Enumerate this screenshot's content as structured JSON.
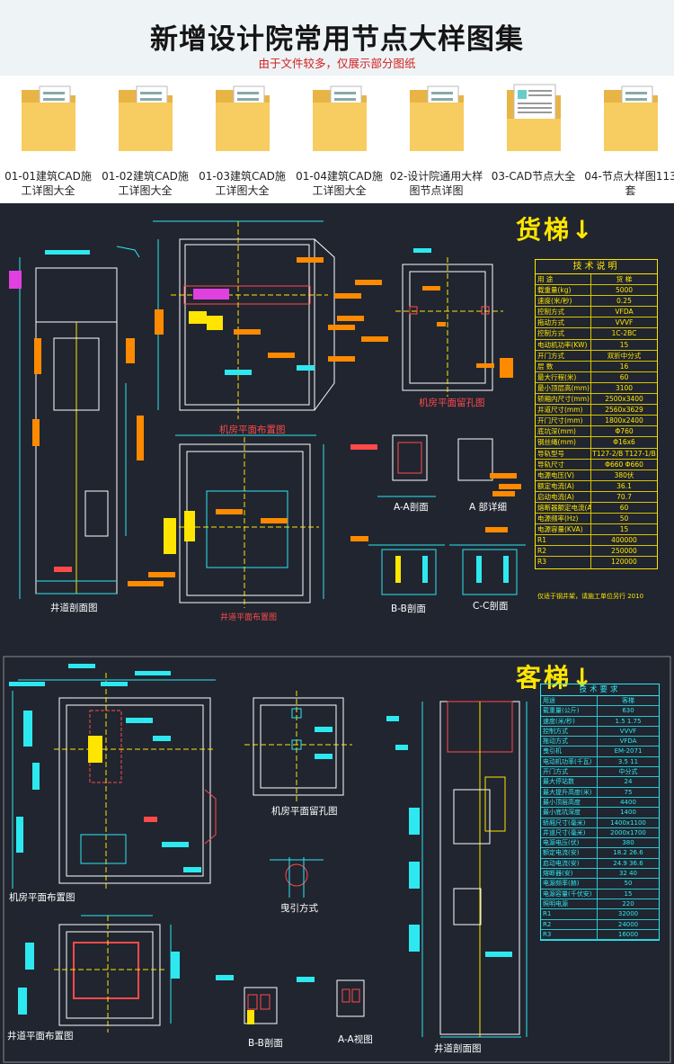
{
  "header": {
    "title": "新增设计院常用节点大样图集",
    "subtitle": "由于文件较多，仅展示部分图纸"
  },
  "folders": [
    {
      "label": "01-01建筑CAD施工详图大全",
      "icon": "folder-icon"
    },
    {
      "label": "01-02建筑CAD施工详图大全",
      "icon": "folder-icon"
    },
    {
      "label": "01-03建筑CAD施工详图大全",
      "icon": "folder-icon"
    },
    {
      "label": "01-04建筑CAD施工详图大全",
      "icon": "folder-icon"
    },
    {
      "label": "02-设计院通用大样图节点详图",
      "icon": "folder-icon"
    },
    {
      "label": "03-CAD节点大全",
      "icon": "document-folder-icon"
    },
    {
      "label": "04-节点大样图113套",
      "icon": "folder-icon"
    }
  ],
  "freight": {
    "section_title": "货梯↓",
    "labels": {
      "machine_room_layout": "机房平面布置图",
      "machine_room_holes": "机房平面留孔图",
      "shaft_section": "井道剖面图",
      "shaft_plan": "井道平面布置图",
      "aa_section": "A-A剖面",
      "a_detail": "A 部详细",
      "bb_section": "B-B剖面",
      "cc_section": "C-C剖面"
    },
    "spec_title": "技术说明",
    "spec_rows": [
      {
        "k": "用  途",
        "v": "货  梯"
      },
      {
        "k": "载重量(kg)",
        "v": "5000"
      },
      {
        "k": "速度(米/秒)",
        "v": "0.25"
      },
      {
        "k": "控制方式",
        "v": "VFDA"
      },
      {
        "k": "拖动方式",
        "v": "VVVF"
      },
      {
        "k": "控制方式",
        "v": "1C-2BC"
      },
      {
        "k": "电动机功率(KW)",
        "v": "15"
      },
      {
        "k": "开门方式",
        "v": "双折中分式"
      },
      {
        "k": "层  数",
        "v": "16"
      },
      {
        "k": "最大行程(米)",
        "v": "60"
      },
      {
        "k": "最小顶层高(mm)",
        "v": "3100"
      },
      {
        "k": "轿厢内尺寸(mm)",
        "v": "2500x3400"
      },
      {
        "k": "井道尺寸(mm)",
        "v": "2560x3629"
      },
      {
        "k": "开门尺寸(mm)",
        "v": "1800x2400"
      },
      {
        "k": "底坑深(mm)",
        "v": "Φ760"
      },
      {
        "k": "钢丝绳(mm)",
        "v": "Φ16x6"
      },
      {
        "k": "导轨型号",
        "v": "T127-2/B  T127-1/B"
      },
      {
        "k": "导轨尺寸",
        "v": "Φ660  Φ660"
      },
      {
        "k": "电源电压(V)",
        "v": "380伏"
      },
      {
        "k": "额定电流(A)",
        "v": "36.1"
      },
      {
        "k": "启动电流(A)",
        "v": "70.7"
      },
      {
        "k": "熔断器额定电流(A)",
        "v": "60"
      },
      {
        "k": "电源频率(Hz)",
        "v": "50"
      },
      {
        "k": "电源容量(KVA)",
        "v": "15"
      },
      {
        "k": "R1",
        "v": "400000"
      },
      {
        "k": "R2",
        "v": "250000"
      },
      {
        "k": "R3",
        "v": "120000"
      }
    ],
    "spec_note": "仅适于钢井架，请施工单位另行 2010"
  },
  "passenger": {
    "section_title": "客梯↓",
    "labels": {
      "machine_room_layout": "机房平面布置图",
      "machine_room_holes": "机房平面留孔图",
      "hoist_method": "曳引方式",
      "shaft_plan": "井道平面布置图",
      "bb_section": "B-B剖面",
      "aa_view": "A-A视图",
      "shaft_section": "井道剖面图"
    },
    "spec_title": "技术要求",
    "spec_rows": [
      {
        "k": "用途",
        "v": "客梯"
      },
      {
        "k": "载重量(公斤)",
        "v": "630"
      },
      {
        "k": "速度(米/秒)",
        "v": "1.5  1.75"
      },
      {
        "k": "控制方式",
        "v": "VVVF"
      },
      {
        "k": "拖动方式",
        "v": "VFDA"
      },
      {
        "k": "曳引机",
        "v": "EM-2071"
      },
      {
        "k": "电动机功率(千瓦)",
        "v": "3.5  11"
      },
      {
        "k": "开门方式",
        "v": "中分式"
      },
      {
        "k": "最大停站数",
        "v": "24"
      },
      {
        "k": "最大提升高度(米)",
        "v": "75"
      },
      {
        "k": "最小顶层高度",
        "v": "4400"
      },
      {
        "k": "最小底坑深度",
        "v": "1400"
      },
      {
        "k": "轿厢尺寸(毫米)",
        "v": "1400x1100"
      },
      {
        "k": "井道尺寸(毫米)",
        "v": "2000x1700"
      },
      {
        "k": "电源电压(伏)",
        "v": "380"
      },
      {
        "k": "额定电流(安)",
        "v": "18.2  26.6"
      },
      {
        "k": "启动电流(安)",
        "v": "24.9  36.6"
      },
      {
        "k": "熔断器(安)",
        "v": "32  40"
      },
      {
        "k": "电源频率(赫)",
        "v": "50"
      },
      {
        "k": "电源容量(千伏安)",
        "v": "15"
      },
      {
        "k": "照明电源",
        "v": "220"
      },
      {
        "k": "R1",
        "v": "32000"
      },
      {
        "k": "R2",
        "v": "24000"
      },
      {
        "k": "R3",
        "v": "16000"
      }
    ]
  }
}
